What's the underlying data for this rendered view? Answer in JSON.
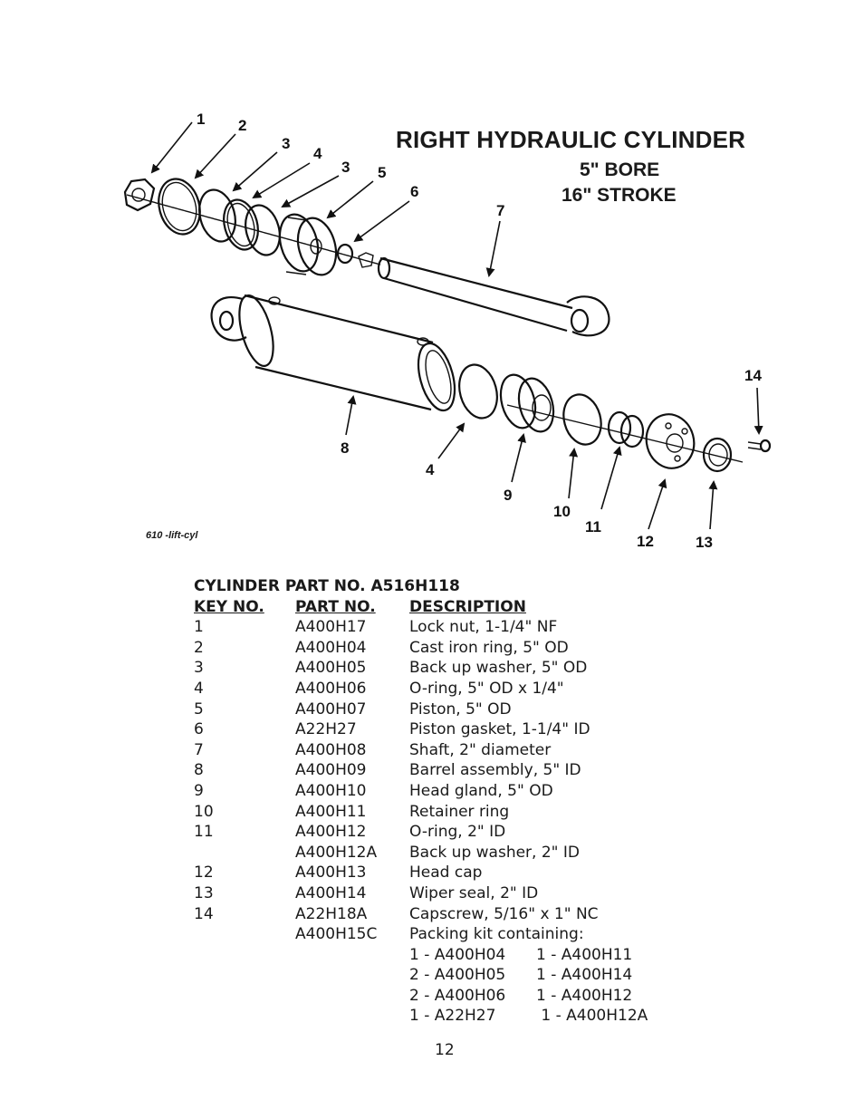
{
  "diagram": {
    "title": "RIGHT HYDRAULIC CYLINDER",
    "bore": "5\" BORE",
    "stroke": "16\" STROKE",
    "figure_code": "610 -lift-cyl",
    "callouts": [
      "1",
      "2",
      "3",
      "4",
      "3",
      "5",
      "6",
      "7",
      "14",
      "8",
      "4",
      "9",
      "10",
      "11",
      "12",
      "13"
    ]
  },
  "table": {
    "caption": "CYLINDER PART NO. A516H118",
    "headers": {
      "key": "KEY NO.",
      "part": "PART  NO.",
      "desc": "DESCRIPTION"
    },
    "rows": [
      {
        "key": "1",
        "part": "A400H17",
        "desc": "Lock nut, 1-1/4\" NF"
      },
      {
        "key": "2",
        "part": "A400H04",
        "desc": "Cast iron ring, 5\" OD"
      },
      {
        "key": "3",
        "part": "A400H05",
        "desc": "Back up washer, 5\" OD"
      },
      {
        "key": "4",
        "part": "A400H06",
        "desc": "O-ring, 5\" OD x 1/4\""
      },
      {
        "key": "5",
        "part": "A400H07",
        "desc": "Piston, 5\" OD"
      },
      {
        "key": "6",
        "part": "A22H27",
        "desc": "Piston gasket, 1-1/4\" ID"
      },
      {
        "key": "7",
        "part": "A400H08",
        "desc": "Shaft, 2\" diameter"
      },
      {
        "key": "8",
        "part": "A400H09",
        "desc": "Barrel assembly, 5\" ID"
      },
      {
        "key": "9",
        "part": "A400H10",
        "desc": "Head gland, 5\" OD"
      },
      {
        "key": "10",
        "part": "A400H11",
        "desc": "Retainer ring"
      },
      {
        "key": "11",
        "part": "A400H12",
        "desc": "O-ring, 2\" ID"
      },
      {
        "key": "",
        "part": "A400H12A",
        "desc": "Back up washer, 2\" ID"
      },
      {
        "key": "12",
        "part": "A400H13",
        "desc": "Head cap"
      },
      {
        "key": "13",
        "part": "A400H14",
        "desc": "Wiper seal, 2\" ID"
      },
      {
        "key": "14",
        "part": "A22H18A",
        "desc": "Capscrew, 5/16\" x 1\" NC"
      },
      {
        "key": "",
        "part": "A400H15C",
        "desc": "Packing kit containing:"
      }
    ],
    "kit": [
      {
        "left": "1 - A400H04",
        "right": "1 - A400H11"
      },
      {
        "left": "2 - A400H05",
        "right": "1 - A400H14"
      },
      {
        "left": "2 - A400H06",
        "right": "1 - A400H12"
      },
      {
        "left": "1 - A22H27",
        "right": " 1 - A400H12A"
      }
    ]
  },
  "page_number": "12"
}
